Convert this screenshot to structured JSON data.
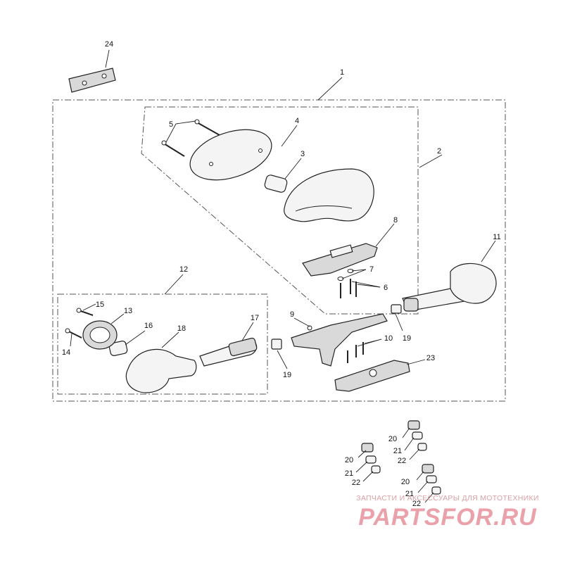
{
  "diagram": {
    "callouts": {
      "c1": "1",
      "c2": "2",
      "c3": "3",
      "c4": "4",
      "c5": "5",
      "c6": "6",
      "c7": "7",
      "c8": "8",
      "c9": "9",
      "c10": "10",
      "c11": "11",
      "c12": "12",
      "c13": "13",
      "c14": "14",
      "c15": "15",
      "c16": "16",
      "c17": "17",
      "c18": "18",
      "c19a": "19",
      "c19b": "19",
      "c20a": "20",
      "c20b": "20",
      "c20c": "20",
      "c21a": "21",
      "c21b": "21",
      "c21c": "21",
      "c22a": "22",
      "c22b": "22",
      "c22c": "22",
      "c23": "23",
      "c24": "24"
    }
  },
  "watermark": {
    "tagline": "ЗАПЧАСТИ И АКСЕССУАРЫ ДЛЯ МОТОТЕХНИКИ",
    "logo": "PARTSFOR.RU"
  }
}
